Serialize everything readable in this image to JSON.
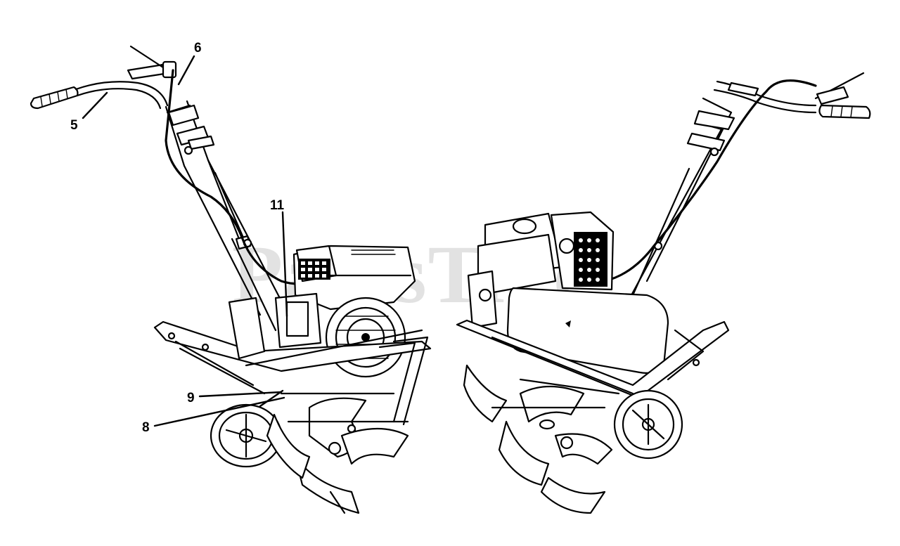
{
  "watermark": {
    "text": "PartsTree"
  },
  "callouts": [
    {
      "id": "5",
      "label": "5"
    },
    {
      "id": "6",
      "label": "6"
    },
    {
      "id": "11",
      "label": "11"
    },
    {
      "id": "9",
      "label": "9"
    },
    {
      "id": "8",
      "label": "8"
    }
  ],
  "colors": {
    "line": "#000000",
    "background": "#ffffff",
    "watermark": "#d8d8d8"
  }
}
